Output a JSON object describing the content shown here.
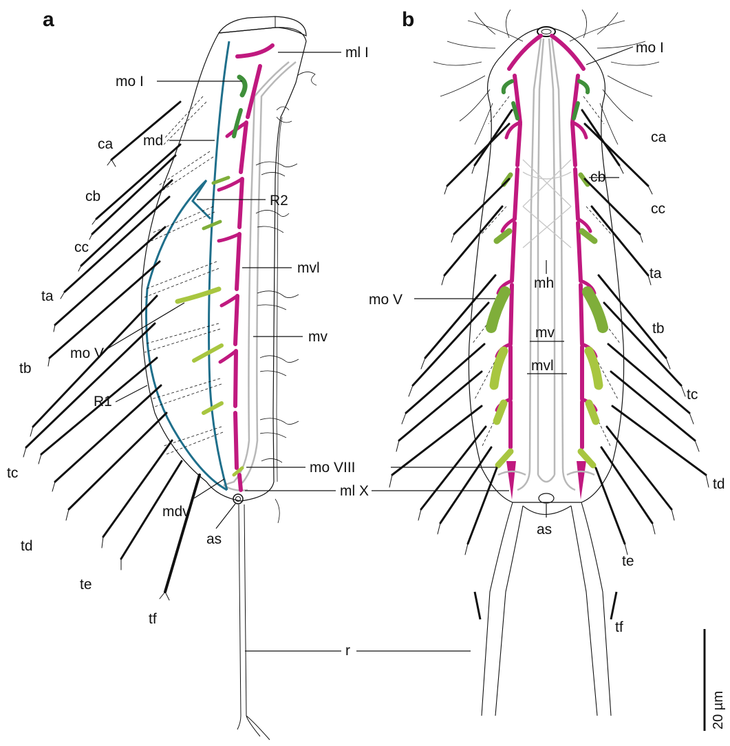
{
  "panels": [
    {
      "letter": "a",
      "labels": {
        "ml_I": "ml I",
        "mo_I": "mo I",
        "md": "md",
        "ca": "ca",
        "cb": "cb",
        "cc": "cc",
        "R2": "R2",
        "ta": "ta",
        "mvl": "mvl",
        "mv": "mv",
        "tb": "tb",
        "mo_V": "mo V",
        "R1": "R1",
        "tc": "tc",
        "mo_VIII": "mo VIII",
        "ml_X": "ml X",
        "mdv": "mdv",
        "as": "as",
        "td": "td",
        "te": "te",
        "tf": "tf",
        "r": "r"
      }
    },
    {
      "letter": "b",
      "labels": {
        "mo_I": "mo I",
        "ca": "ca",
        "cb": "cb",
        "cc": "cc",
        "ta": "ta",
        "mh": "mh",
        "mo_V": "mo V",
        "mv": "mv",
        "mvl": "mvl",
        "tb": "tb",
        "tc": "tc",
        "td": "td",
        "as": "as",
        "te": "te",
        "tf": "tf"
      }
    }
  ],
  "scale_bar": {
    "label": "20 µm"
  },
  "colors": {
    "longitudinal_muscle": "#c0197f",
    "oblique_muscle_dark": "#3f8f3a",
    "oblique_muscle_mid": "#7fae3a",
    "oblique_muscle_light": "#a8c640",
    "dorsal_muscle": "#1f6f8b",
    "ventral_muscle": "#b8b8b8",
    "outline": "#111111"
  }
}
